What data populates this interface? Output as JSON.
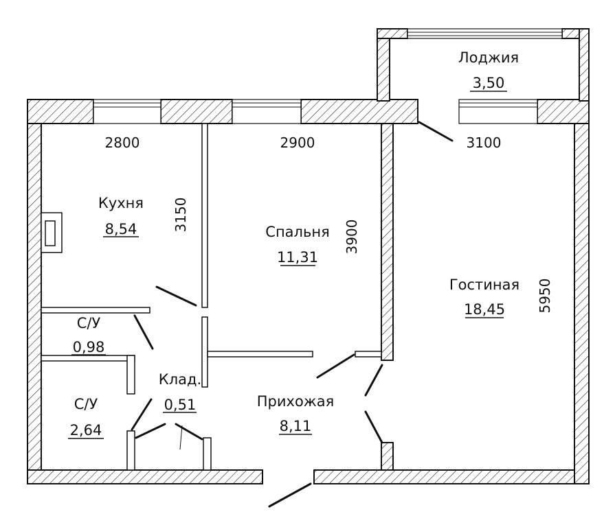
{
  "rooms": {
    "loggia": {
      "name": "Лоджия",
      "area": "3,50"
    },
    "kitchen": {
      "name": "Кухня",
      "area": "8,54"
    },
    "bedroom": {
      "name": "Спальня",
      "area": "11,31"
    },
    "living": {
      "name": "Гостиная",
      "area": "18,45"
    },
    "wc1": {
      "name": "С/У",
      "area": "0,98"
    },
    "wc2": {
      "name": "С/У",
      "area": "2,64"
    },
    "storage": {
      "name": "Клад.",
      "area": "0,51"
    },
    "hall": {
      "name": "Прихожая",
      "area": "8,11"
    }
  },
  "dimensions": {
    "kitchen_width": "2800",
    "bedroom_width": "2900",
    "living_width": "3100",
    "kitchen_depth": "3150",
    "bedroom_depth": "3900",
    "living_depth": "5950"
  }
}
